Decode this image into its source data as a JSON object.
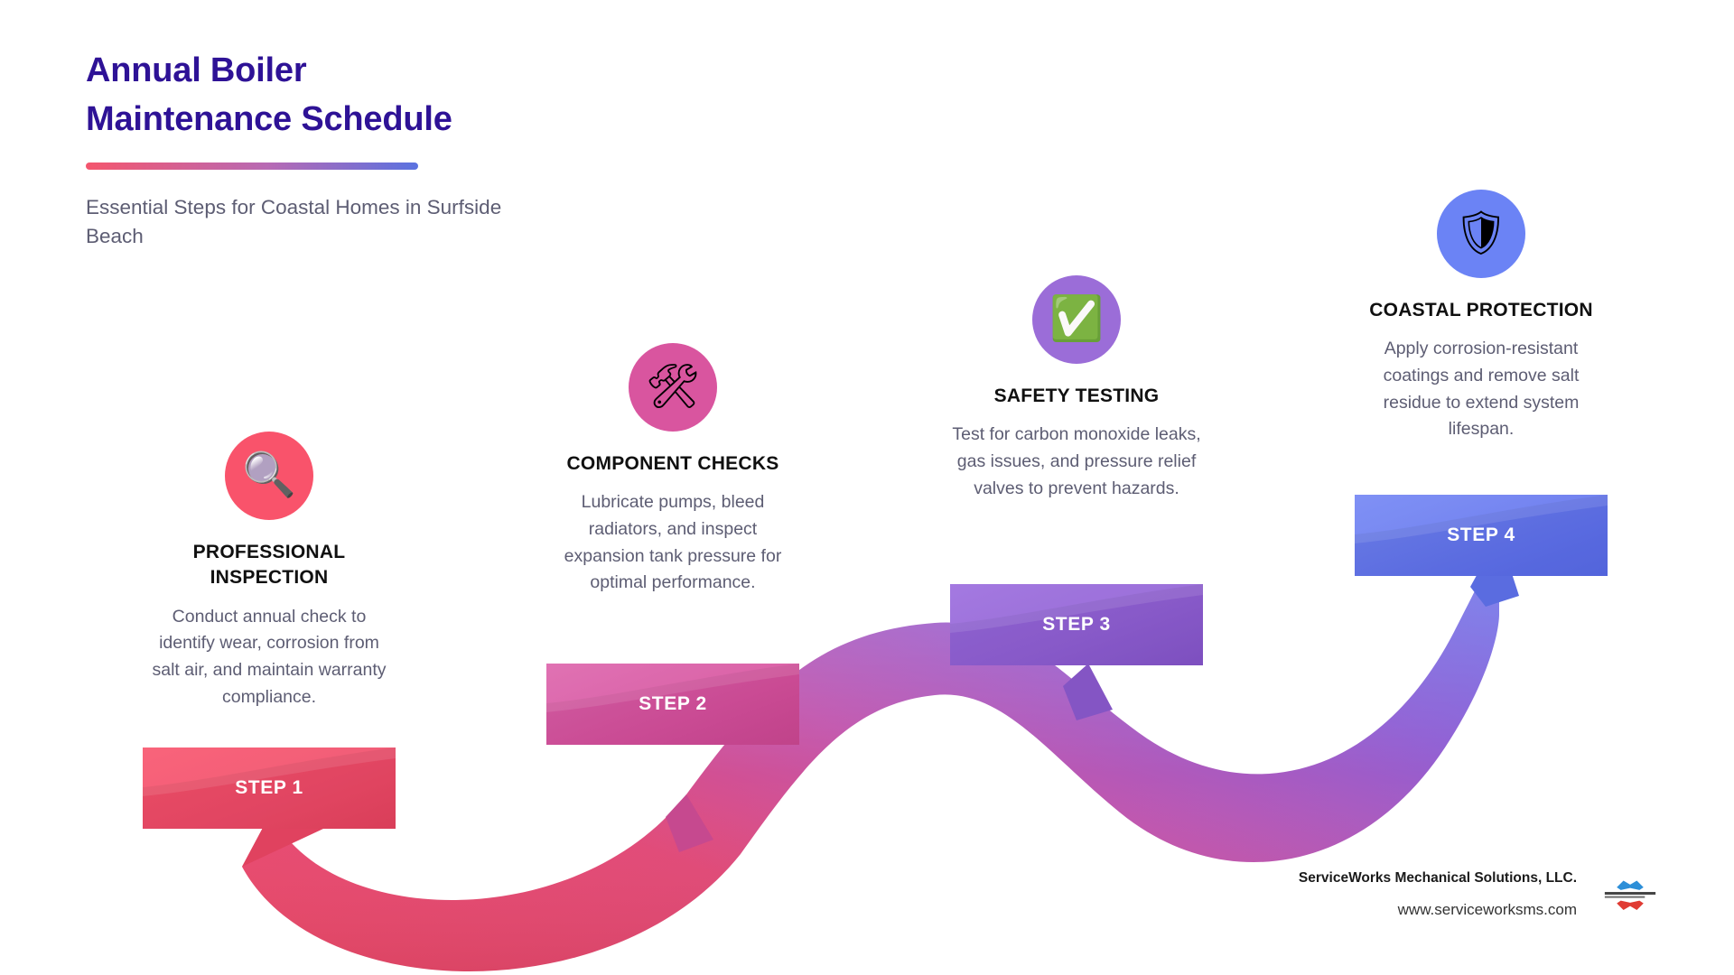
{
  "header": {
    "title_line1": "Annual Boiler",
    "title_line2": "Maintenance Schedule",
    "subtitle": "Essential Steps for Coastal Homes in Surfside Beach",
    "title_color": "#2e1296",
    "accent_from": "#f4566e",
    "accent_to": "#5a72e0"
  },
  "steps": [
    {
      "icon": "magnifying-glass",
      "icon_glyph": "🔍",
      "circle_color": "#f9536b",
      "title": "PROFESSIONAL INSPECTION",
      "description": "Conduct annual check to identify wear, corrosion from salt air, and maintain warranty compliance.",
      "banner_label": "STEP 1",
      "banner_color": "#ef4a68"
    },
    {
      "icon": "hammer-and-wrench",
      "icon_glyph": "🛠",
      "circle_color": "#d9559f",
      "title": "COMPONENT CHECKS",
      "description": "Lubricate pumps, bleed radiators, and inspect expansion tank pressure for optimal performance.",
      "banner_label": "STEP 2",
      "banner_color": "#d6509d"
    },
    {
      "icon": "check-mark-button",
      "icon_glyph": "✅",
      "circle_color": "#9b6dd8",
      "title": "SAFETY TESTING",
      "description": "Test for carbon monoxide leaks, gas issues, and pressure relief valves to prevent hazards.",
      "banner_label": "STEP 3",
      "banner_color": "#8f5fd4"
    },
    {
      "icon": "shield",
      "icon_glyph": "🛡",
      "circle_color": "#6b83f5",
      "title": "COASTAL PROTECTION",
      "description": "Apply corrosion-resistant coatings and remove salt residue to extend system lifespan.",
      "banner_label": "STEP 4",
      "banner_color": "#6173ee"
    }
  ],
  "footer": {
    "company": "ServiceWorks Mechanical Solutions, LLC.",
    "url": "www.serviceworksms.com"
  }
}
